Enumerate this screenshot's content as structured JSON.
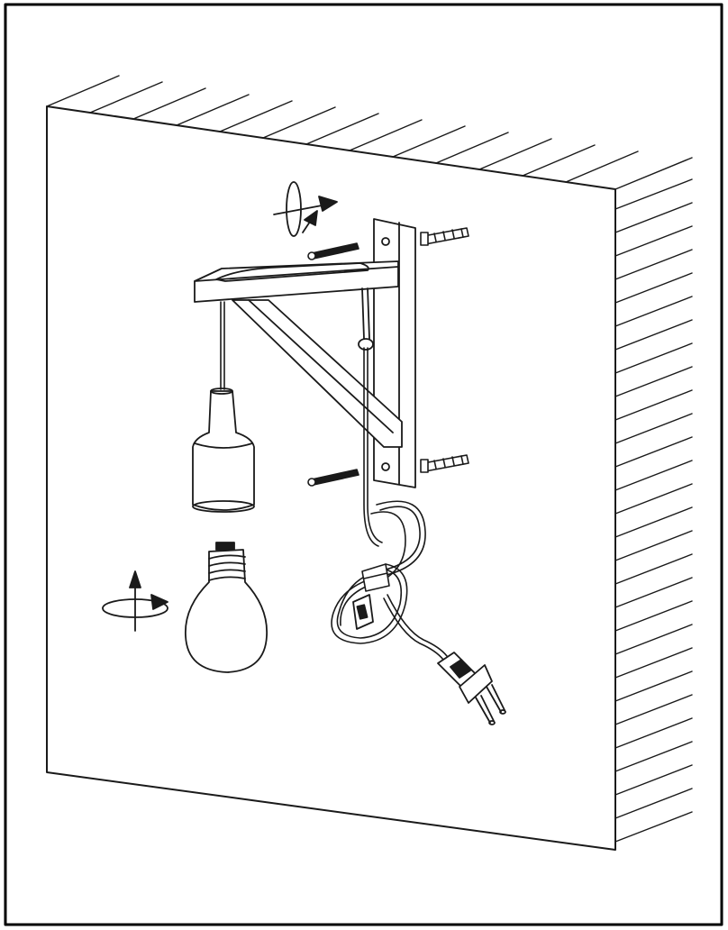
{
  "diagram": {
    "kind": "wall-lamp-installation",
    "stroke_color": "#1a1a1a",
    "background": "#ffffff",
    "frame_color": "#000000",
    "parts": [
      "wall-panel",
      "wooden-bracket",
      "wall-screw-top",
      "wall-screw-bottom",
      "wall-plug-top",
      "wall-plug-bottom",
      "lamp-socket",
      "light-bulb",
      "power-cord",
      "inline-switch",
      "power-plug",
      "rotate-arrow-top",
      "rotate-arrow-bulb"
    ]
  }
}
